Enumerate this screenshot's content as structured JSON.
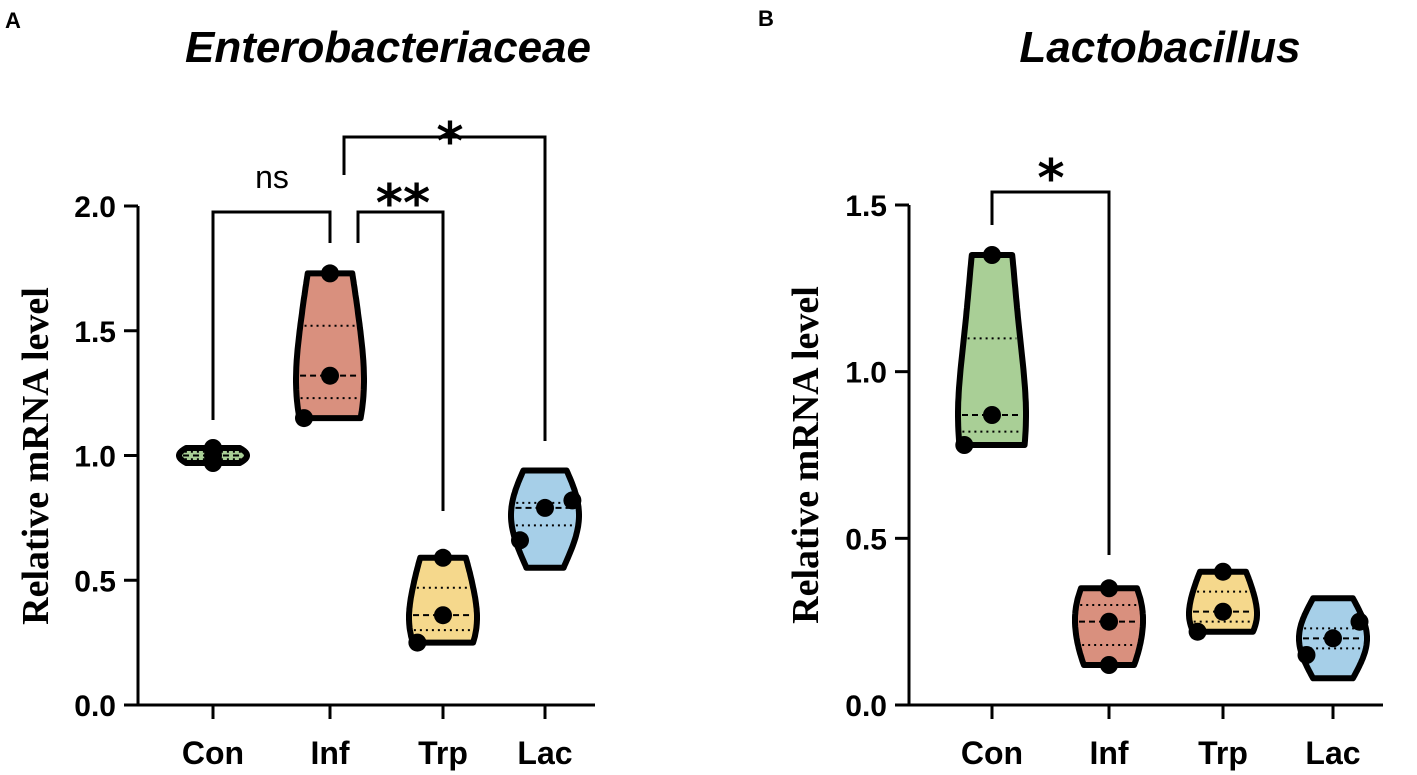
{
  "chart_data": [
    {
      "panel": "A",
      "type": "violin",
      "title": "Enterobacteriaceae",
      "ylabel": "Relative  mRNA level",
      "xlabel": "",
      "ylim": [
        0,
        2.0
      ],
      "yticks": [
        0.0,
        0.5,
        1.0,
        1.5,
        2.0
      ],
      "ytick_labels": [
        "0.0",
        "0.5",
        "1.0",
        "1.5",
        "2.0"
      ],
      "categories": [
        "Con",
        "Inf",
        "Trp",
        "Lac"
      ],
      "groups": [
        {
          "name": "Con",
          "color": "#a9cf96",
          "points": [
            0.97,
            1.0,
            1.03
          ],
          "median": 1.0,
          "quartiles": [
            0.985,
            1.015
          ],
          "range": [
            0.97,
            1.03
          ]
        },
        {
          "name": "Inf",
          "color": "#d9907e",
          "points": [
            1.15,
            1.32,
            1.73
          ],
          "median": 1.32,
          "quartiles": [
            1.23,
            1.52
          ],
          "range": [
            1.15,
            1.73
          ]
        },
        {
          "name": "Trp",
          "color": "#f5d88c",
          "points": [
            0.25,
            0.36,
            0.59
          ],
          "median": 0.36,
          "quartiles": [
            0.3,
            0.47
          ],
          "range": [
            0.25,
            0.59
          ]
        },
        {
          "name": "Lac",
          "color": "#a6cfe8",
          "points": [
            0.66,
            0.79,
            0.82
          ],
          "median": 0.79,
          "quartiles": [
            0.72,
            0.81
          ],
          "range": [
            0.55,
            0.94
          ]
        }
      ],
      "comparisons": [
        {
          "from": "Con",
          "to": "Inf",
          "label": "ns"
        },
        {
          "from": "Inf",
          "to": "Trp",
          "label": "**"
        },
        {
          "from": "Inf",
          "to": "Lac",
          "label": "*"
        }
      ]
    },
    {
      "panel": "B",
      "type": "violin",
      "title": "Lactobacillus",
      "ylabel": "Relative  mRNA level",
      "xlabel": "",
      "ylim": [
        0,
        1.5
      ],
      "yticks": [
        0.0,
        0.5,
        1.0,
        1.5
      ],
      "ytick_labels": [
        "0.0",
        "0.5",
        "1.0",
        "1.5"
      ],
      "categories": [
        "Con",
        "Inf",
        "Trp",
        "Lac"
      ],
      "groups": [
        {
          "name": "Con",
          "color": "#a9cf96",
          "points": [
            0.78,
            0.87,
            1.35
          ],
          "median": 0.87,
          "quartiles": [
            0.82,
            1.1
          ],
          "range": [
            0.78,
            1.35
          ]
        },
        {
          "name": "Inf",
          "color": "#d9907e",
          "points": [
            0.12,
            0.25,
            0.35
          ],
          "median": 0.25,
          "quartiles": [
            0.18,
            0.3
          ],
          "range": [
            0.12,
            0.35
          ]
        },
        {
          "name": "Trp",
          "color": "#f5d88c",
          "points": [
            0.22,
            0.28,
            0.4
          ],
          "median": 0.28,
          "quartiles": [
            0.25,
            0.34
          ],
          "range": [
            0.22,
            0.4
          ]
        },
        {
          "name": "Lac",
          "color": "#a6cfe8",
          "points": [
            0.15,
            0.2,
            0.25
          ],
          "median": 0.2,
          "quartiles": [
            0.17,
            0.23
          ],
          "range": [
            0.08,
            0.32
          ]
        }
      ],
      "comparisons": [
        {
          "from": "Con",
          "to": "Inf",
          "label": "*"
        }
      ]
    }
  ]
}
